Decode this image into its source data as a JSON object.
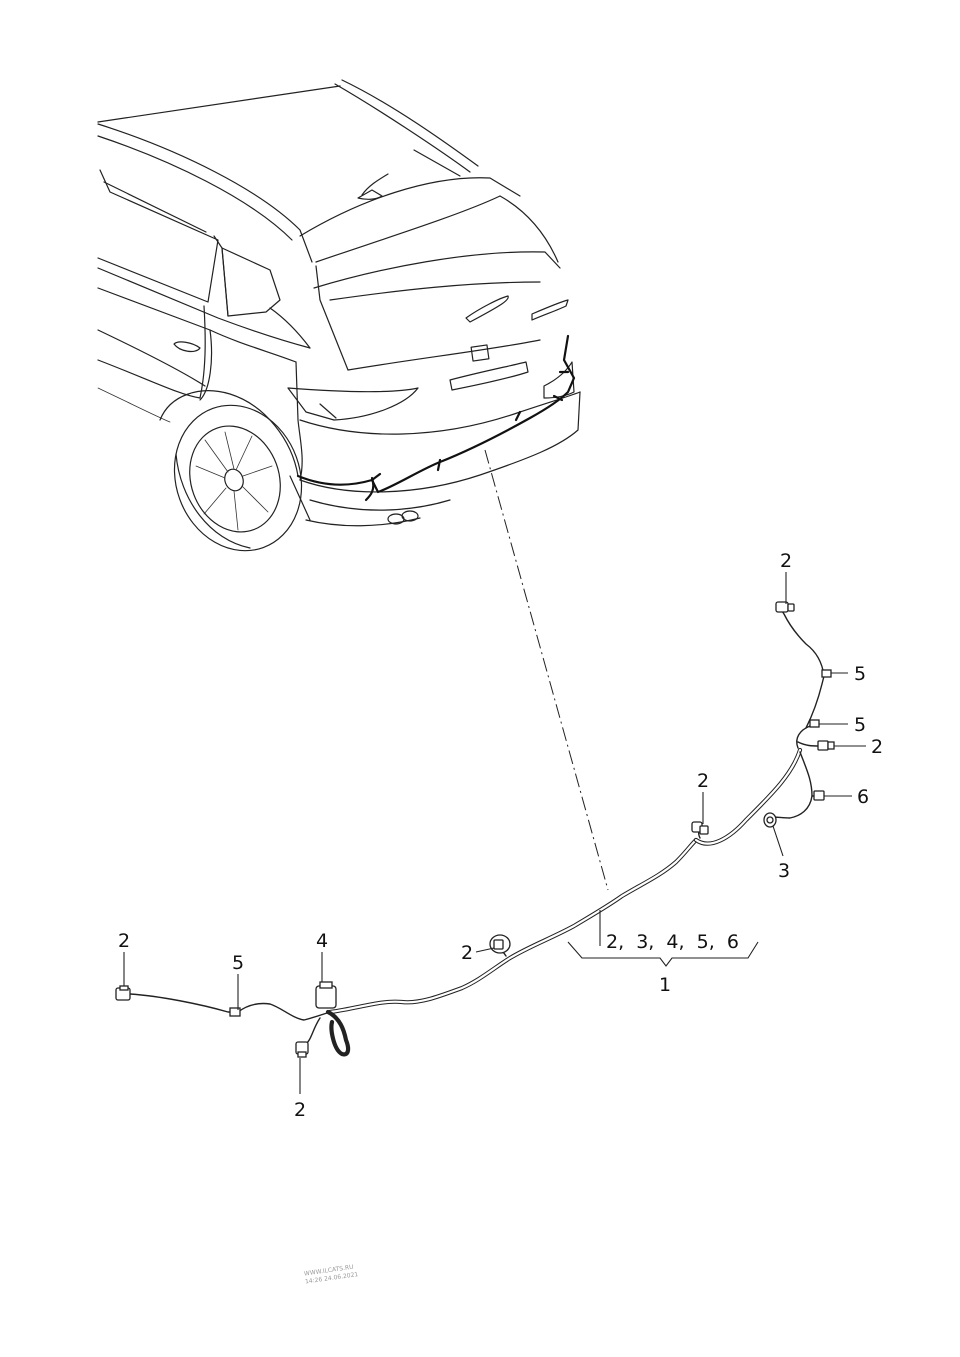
{
  "diagram": {
    "callouts": [
      {
        "id": "c2-top-right",
        "text": "2"
      },
      {
        "id": "c5-upper",
        "text": "5"
      },
      {
        "id": "c5-lower",
        "text": "5"
      },
      {
        "id": "c2-right",
        "text": "2"
      },
      {
        "id": "c6",
        "text": "6"
      },
      {
        "id": "c2-mid",
        "text": "2"
      },
      {
        "id": "c3",
        "text": "3"
      },
      {
        "id": "c2-center",
        "text": "2"
      },
      {
        "id": "c-group",
        "text": "2,  3,  4,  5,  6"
      },
      {
        "id": "c1",
        "text": "1"
      },
      {
        "id": "c2-left",
        "text": "2"
      },
      {
        "id": "c5-left",
        "text": "5"
      },
      {
        "id": "c4",
        "text": "4"
      },
      {
        "id": "c2-bottom",
        "text": "2"
      }
    ],
    "watermark": {
      "line1": "WWW.ILCATS.RU",
      "line2": "14:26 24.06.2021"
    }
  }
}
